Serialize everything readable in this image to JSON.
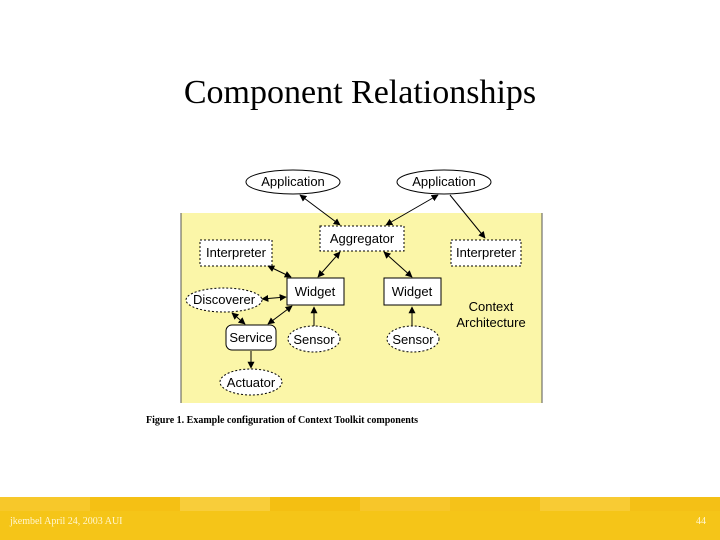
{
  "slide": {
    "title": "Component Relationships"
  },
  "diagram": {
    "nodes": {
      "application_left": "Application",
      "application_right": "Application",
      "aggregator": "Aggregator",
      "interpreter_left": "Interpreter",
      "interpreter_right": "Interpreter",
      "widget_left": "Widget",
      "widget_right": "Widget",
      "discoverer": "Discoverer",
      "service": "Service",
      "sensor_left": "Sensor",
      "sensor_right": "Sensor",
      "actuator": "Actuator"
    },
    "region_label_line1": "Context",
    "region_label_line2": "Architecture",
    "caption": "Figure 1. Example configuration of Context Toolkit components"
  },
  "footer": {
    "left": "jkembel  April 24, 2003  AUI",
    "page": "44"
  },
  "colors": {
    "region_fill": "#fbf6a8",
    "footer": "#f5c518"
  }
}
